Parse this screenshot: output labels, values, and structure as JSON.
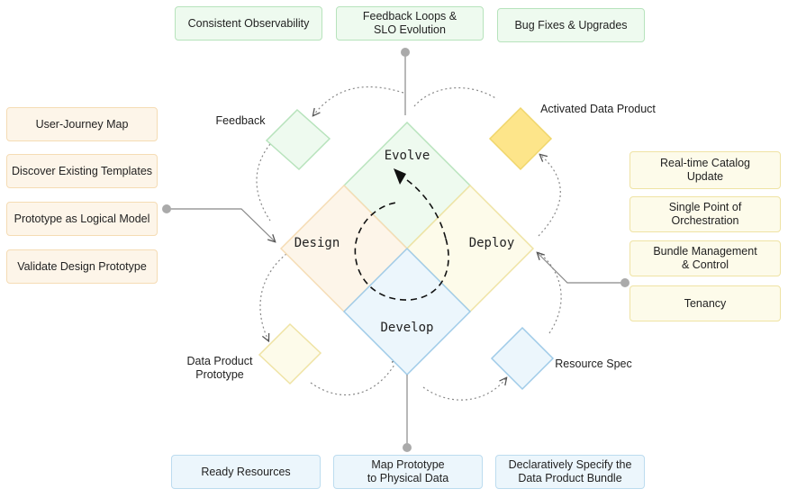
{
  "phases": {
    "evolve": "Evolve",
    "design": "Design",
    "deploy": "Deploy",
    "develop": "Develop"
  },
  "top_boxes": [
    "Consistent Observability",
    "Feedback Loops &\nSLO Evolution",
    "Bug Fixes & Upgrades"
  ],
  "left_boxes": [
    "User-Journey Map",
    "Discover Existing Templates",
    "Prototype as Logical Model",
    "Validate Design Prototype"
  ],
  "right_boxes": [
    "Real-time Catalog\nUpdate",
    "Single Point of\nOrchestration",
    "Bundle Management\n& Control",
    "Tenancy"
  ],
  "bottom_boxes": [
    "Ready Resources",
    "Map Prototype\nto Physical Data",
    "Declaratively Specify the\nData Product Bundle"
  ],
  "artifacts": {
    "feedback": "Feedback",
    "activated": "Activated Data Product",
    "prototype": "Data Product\nPrototype",
    "resource_spec": "Resource Spec"
  },
  "colors": {
    "green": "#eefaef",
    "orange": "#fdf5e9",
    "blue": "#ecf6fc",
    "yellow": "#fde58a"
  }
}
